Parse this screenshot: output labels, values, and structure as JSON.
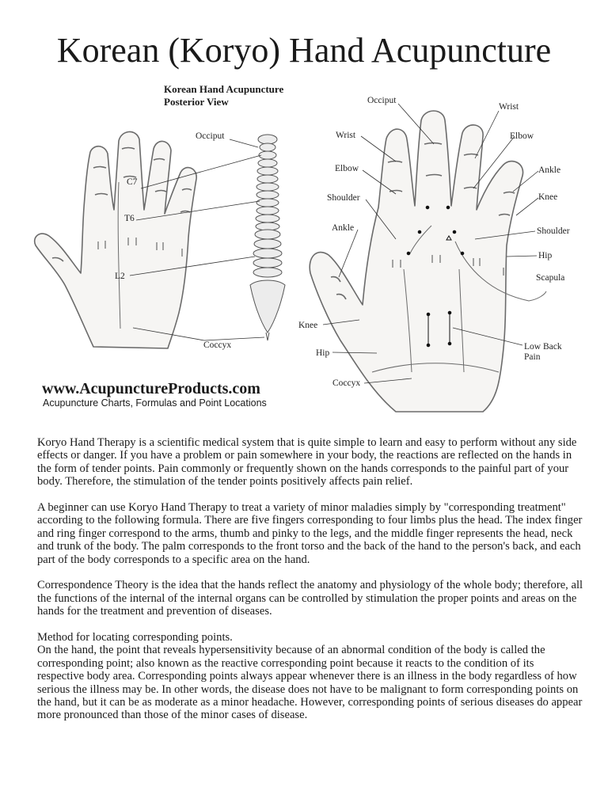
{
  "title": "Korean (Koryo) Hand Acupuncture",
  "figure": {
    "caption_line1": "Korean Hand Acupuncture",
    "caption_line2": "Posterior  View",
    "left_labels": {
      "occiput": "Occiput",
      "c7": "C7",
      "t6": "T6",
      "l2": "L2",
      "coccyx": "Coccyx"
    },
    "right_labels": {
      "occiput": "Occiput",
      "wrist_left": "Wrist",
      "wrist_right": "Wrist",
      "elbow_left": "Elbow",
      "elbow_right": "Elbow",
      "shoulder_left": "Shoulder",
      "shoulder_right": "Shoulder",
      "ankle_left": "Ankle",
      "ankle_right": "Ankle",
      "knee_left": "Knee",
      "knee_right": "Knee",
      "hip_left": "Hip",
      "hip_right": "Hip",
      "scapula": "Scapula",
      "low_back_pain_1": "Low Back",
      "low_back_pain_2": "Pain",
      "coccyx": "Coccyx"
    }
  },
  "site": {
    "url": "www.AcupunctureProducts.com",
    "subtitle": "Acupuncture Charts, Formulas and Point Locations"
  },
  "paragraphs": [
    "Koryo Hand Therapy is a scientific medical system that is quite simple to learn and easy to perform without any side effects or danger. If you have a problem or pain somewhere in your body, the reactions are reflected on the hands in the form of tender points. Pain commonly or frequently shown on the hands corresponds to the painful part of your body. Therefore, the stimulation of the tender points positively affects pain relief.",
    "A beginner can use Koryo Hand Therapy to treat a variety of minor maladies simply by \"corresponding treatment\" according to the following formula. There are five fingers corresponding to four limbs plus the head. The index finger and ring finger correspond to the arms, thumb and pinky to the legs, and the middle finger represents the head, neck and trunk of the body. The palm corresponds to the front torso and the back of the hand to the person's back, and each part of the body corresponds to a specific area on the hand.",
    "Correspondence Theory is the idea that the hands reflect the anatomy and physiology of the whole body; therefore, all the functions of the internal of the internal organs can be controlled by stimulation the proper points and areas on the hands for the treatment and prevention of diseases.",
    "Method for locating corresponding points.",
    "On the hand, the point that reveals hypersensitivity because of an abnormal condition of the body is called the corresponding point; also known as the reactive corresponding point because it reacts to the condition of its respective body area. Corresponding points always appear whenever there is an illness in the body regardless of how serious the illness may be. In other words, the disease does not have to be malignant to form corresponding points on the hand, but it can be as moderate as a minor headache. However, corresponding points of serious diseases do appear more pronounced than those of the minor cases of disease."
  ]
}
